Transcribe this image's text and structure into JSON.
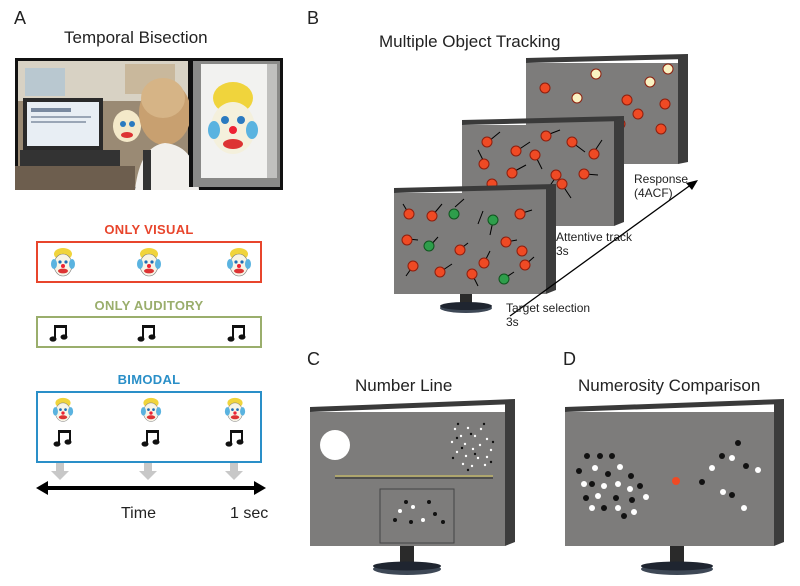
{
  "panels": {
    "a": {
      "letter": "A",
      "title": "Temporal Bisection",
      "conditions": [
        {
          "label": "ONLY VISUAL",
          "color": "#e8452c"
        },
        {
          "label": "ONLY AUDITORY",
          "color": "#9aae6c"
        },
        {
          "label": "BIMODAL",
          "color": "#2a8fc8"
        }
      ],
      "axis": {
        "start_label": "Time",
        "end_label": "1 sec"
      }
    },
    "b": {
      "letter": "B",
      "title": "Multiple Object Tracking",
      "stages": [
        {
          "name": "Target selection",
          "duration": "3s"
        },
        {
          "name": "Attentive track",
          "duration": "3s"
        },
        {
          "name": "Response",
          "duration": "(4ACF)"
        }
      ]
    },
    "c": {
      "letter": "C",
      "title": "Number Line"
    },
    "d": {
      "letter": "D",
      "title": "Numerosity Comparison"
    }
  },
  "colors": {
    "screen": "#7d7c7b",
    "target_dot": "#2e9e4b",
    "distractor_dot": "#ef4a24",
    "response_dot": "#faf2c2",
    "fixation": "#ef4a24"
  },
  "icons": [
    "clown-icon",
    "music-note-icon",
    "down-arrow-icon",
    "monitor-icon"
  ]
}
